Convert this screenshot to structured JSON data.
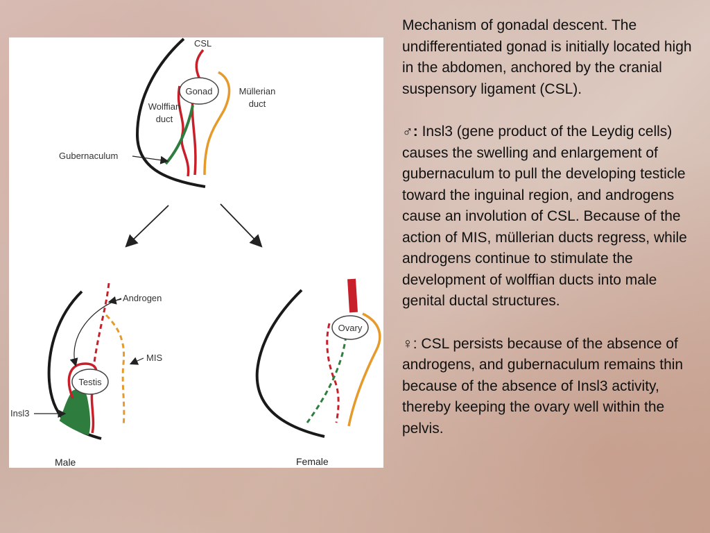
{
  "diagram": {
    "labels": {
      "csl": "CSL",
      "gonad": "Gonad",
      "wolffian_duct_line1": "Wolffian",
      "wolffian_duct_line2": "duct",
      "mullerian_duct_line1": "Müllerian",
      "mullerian_duct_line2": "duct",
      "gubernaculum": "Gubernaculum",
      "androgen": "Androgen",
      "mis": "MIS",
      "testis": "Testis",
      "insl3": "Insl3",
      "ovary": "Ovary",
      "male": "Male",
      "female": "Female"
    },
    "colors": {
      "wolffian": "#c8202a",
      "mullerian": "#e59a2b",
      "gubernaculum": "#2e7d3e",
      "body_wall": "#1a1a1a"
    }
  },
  "caption": {
    "intro": "Mechanism of gonadal descent. The undifferentiated gonad is initially located high in the abdomen, anchored by the cranial suspensory ligament (CSL).",
    "male_symbol": "♂:",
    "male_text": " Insl3 (gene product of the Leydig cells) causes the swelling and enlargement of gubernaculum to pull the developing testicle toward the inguinal region, and androgens cause an involution of CSL. Because of the action of MIS, müllerian ducts regress, while androgens continue to stimulate the development of wolffian ducts into male genital ductal structures.",
    "female_symbol": "♀",
    "female_text": ": CSL persists because of the absence of androgens, and gubernaculum remains thin because of the absence of Insl3 activity, thereby keeping the ovary well within the pelvis."
  }
}
